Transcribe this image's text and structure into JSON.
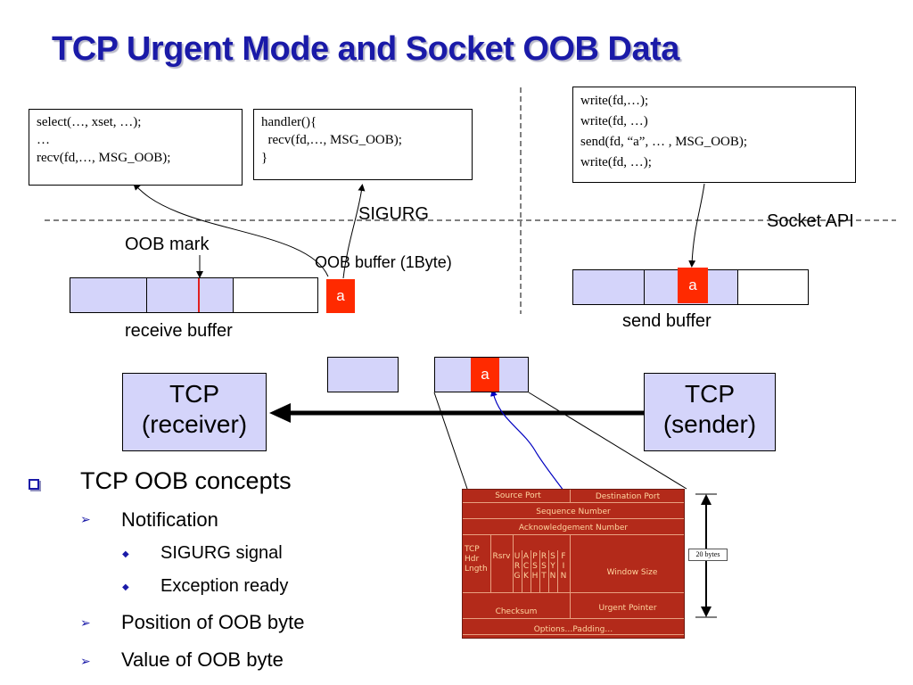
{
  "title": "TCP Urgent Mode and Socket OOB Data",
  "receiver_code": "select(…, xset, …);\n…\nrecv(fd,…, MSG_OOB);",
  "handler_code": "handler(){\n  recv(fd,…, MSG_OOB);\n}",
  "sender_code": "write(fd,…);\nwrite(fd, …)\nsend(fd, “a”, … , MSG_OOB);\nwrite(fd, …);",
  "labels": {
    "sigurg": "SIGURG",
    "socket_api": "Socket API",
    "oob_mark": "OOB mark",
    "oob_buffer": "OOB buffer (1Byte)",
    "receive_buffer": "receive buffer",
    "send_buffer": "send buffer",
    "oob_byte": "a",
    "tcp_receiver": "TCP\n(receiver)",
    "tcp_sender": "TCP\n(sender)",
    "bytes": "20 bytes"
  },
  "tcp_header": {
    "source_port": "Source Port",
    "destination_port": "Destination Port",
    "sequence_number": "Sequence Number",
    "ack_number": "Acknowledgement Number",
    "hdr_length": "TCP\nHdr\nLngth",
    "reserved": "Rsrv",
    "flags": [
      "U\nR\nG",
      "A\nC\nK",
      "P\nS\nH",
      "R\nS\nT",
      "S\nY\nN",
      "F\nI\nN"
    ],
    "window_size": "Window Size",
    "checksum": "Checksum",
    "urgent_pointer": "Urgent Pointer",
    "options": "Options…Padding…"
  },
  "bullets": {
    "main": "TCP OOB concepts",
    "notification": "Notification",
    "sigurg_signal": "SIGURG signal",
    "exception_ready": "Exception ready",
    "position": "Position of OOB byte",
    "value": "Value of OOB byte"
  },
  "colors": {
    "title": "#1a1aa8",
    "buffer_fill": "#d4d4fa",
    "oob_byte": "#ff2a00",
    "header_fill": "#b32a1a",
    "pointer_line": "#0000c0"
  }
}
